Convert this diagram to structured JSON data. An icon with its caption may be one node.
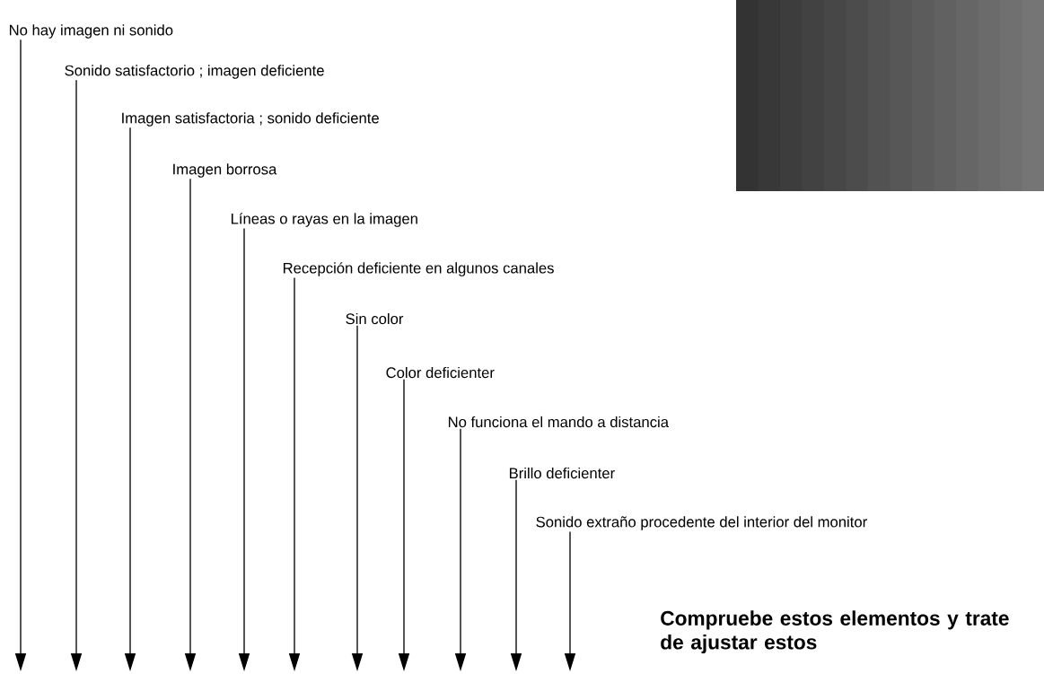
{
  "diagram": {
    "nodes": [
      {
        "text": [
          "No hay imagen ni sonido"
        ]
      },
      {
        "text": [
          "Sonido satisfactorio ; imagen deficiente"
        ]
      },
      {
        "text": [
          "Imagen satisfactoria ; sonido deficiente"
        ]
      },
      {
        "text": [
          "Imagen borrosa"
        ]
      },
      {
        "text": [
          "Líneas o rayas en la imagen"
        ]
      },
      {
        "text": [
          "Recepción deficiente en algunos canales"
        ]
      },
      {
        "text": [
          "Sin color"
        ]
      },
      {
        "text": [
          "Color deficienter"
        ]
      },
      {
        "text": [
          "No funciona el mando a distancia"
        ]
      },
      {
        "text": [
          "Brillo deficienter"
        ]
      },
      {
        "text": [
          "Sonido extraño procedente del interior del monitor"
        ]
      }
    ],
    "edges": [
      {
        "from": 0,
        "to": null,
        "arrow": "to"
      },
      {
        "from": 1,
        "to": null,
        "arrow": "to"
      },
      {
        "from": 2,
        "to": null,
        "arrow": "to"
      },
      {
        "from": 3,
        "to": null,
        "arrow": "to"
      },
      {
        "from": 4,
        "to": null,
        "arrow": "to"
      },
      {
        "from": 5,
        "to": null,
        "arrow": "to"
      },
      {
        "from": 6,
        "to": null,
        "arrow": "to"
      },
      {
        "from": 7,
        "to": null,
        "arrow": "to"
      },
      {
        "from": 8,
        "to": null,
        "arrow": "to"
      },
      {
        "from": 9,
        "to": null,
        "arrow": "to"
      },
      {
        "from": 10,
        "to": null,
        "arrow": "to"
      }
    ],
    "labels": [
      "Compruebe estos elementos y trate de ajustar estos"
    ]
  }
}
